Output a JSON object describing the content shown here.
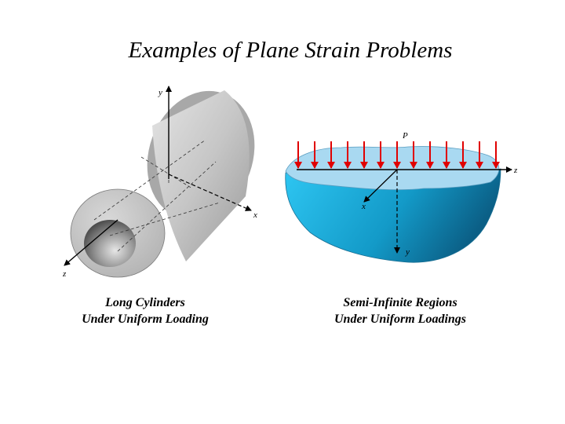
{
  "title": "Examples of Plane Strain Problems",
  "cylinder": {
    "axis_y": "y",
    "axis_x": "x",
    "axis_z": "z",
    "caption_line1": "Long Cylinders",
    "caption_line2": "Under Uniform Loading"
  },
  "half_space": {
    "load_label": "P",
    "axis_z": "z",
    "axis_x": "x",
    "axis_y": "y",
    "caption_line1": "Semi-Infinite Regions",
    "caption_line2": "Under Uniform Loadings"
  },
  "colors": {
    "arrow_red": "#e00000",
    "water_top": "#a8d8f0",
    "water_side": "#18b8e8",
    "cylinder_gray": "#c8c8c8"
  }
}
